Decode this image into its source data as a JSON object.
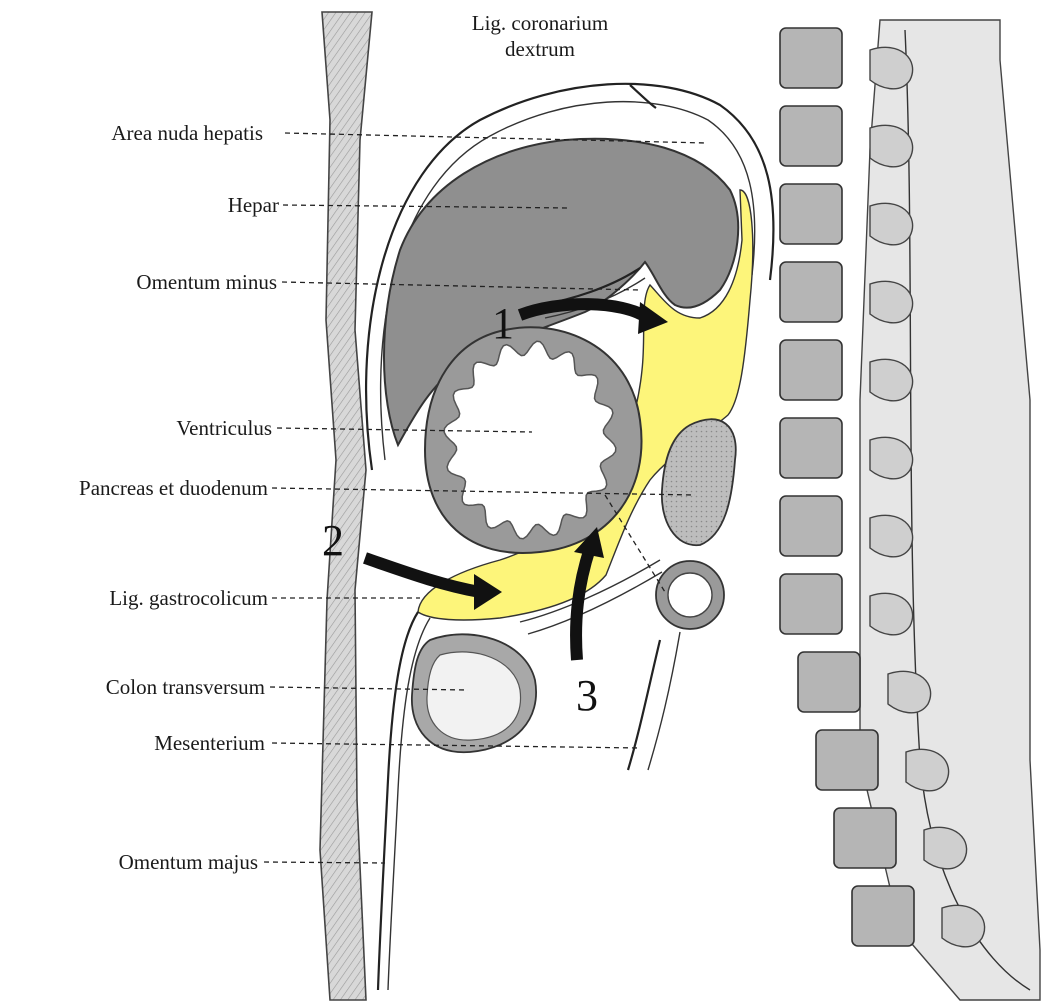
{
  "labels": {
    "lig_coronarium_line1": "Lig. coronarium",
    "lig_coronarium_line2": "dextrum",
    "area_nuda_hepatis": "Area nuda hepatis",
    "hepar": "Hepar",
    "omentum_minus": "Omentum minus",
    "ventriculus": "Ventriculus",
    "pancreas_et_duodenum": "Pancreas et duodenum",
    "lig_gastrocolicum": "Lig. gastrocolicum",
    "colon_transversum": "Colon transversum",
    "mesenterium": "Mesenterium",
    "omentum_majus": "Omentum majus"
  },
  "arrows": {
    "one": "1",
    "two": "2",
    "three": "3"
  },
  "colors": {
    "bursa_omentalis_highlight": "#fdf57a",
    "liver_fill": "#8f8f8f",
    "organ_wall": "#a9a9a9",
    "vertebra_fill": "#b5b5b5",
    "ink": "#222222"
  }
}
